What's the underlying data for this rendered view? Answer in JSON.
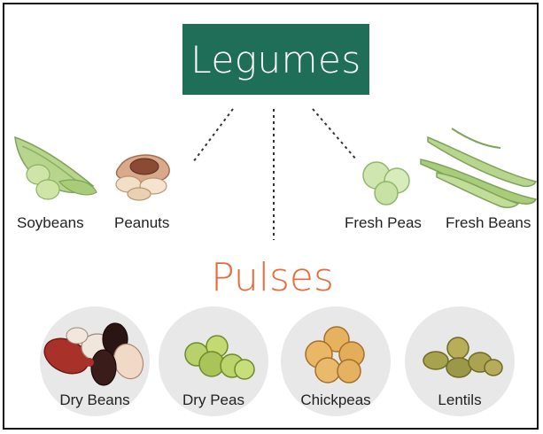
{
  "title": "Legumes",
  "subtitle": "Pulses",
  "legumes": [
    {
      "label": "Soybeans",
      "icon": "soybean-icon"
    },
    {
      "label": "Peanuts",
      "icon": "peanut-icon"
    },
    {
      "label": "Fresh Peas",
      "icon": "fresh-peas-icon"
    },
    {
      "label": "Fresh Beans",
      "icon": "fresh-beans-icon"
    }
  ],
  "pulses": [
    {
      "label": "Dry Beans",
      "icon": "dry-beans-icon"
    },
    {
      "label": "Dry Peas",
      "icon": "dry-peas-icon"
    },
    {
      "label": "Chickpeas",
      "icon": "chickpeas-icon"
    },
    {
      "label": "Lentils",
      "icon": "lentils-icon"
    }
  ],
  "colors": {
    "title_bg": "#1f6e57",
    "pulses_text": "#e8693a",
    "circle_bg": "#e8e8e8",
    "legume_green": "#b8d88a"
  }
}
